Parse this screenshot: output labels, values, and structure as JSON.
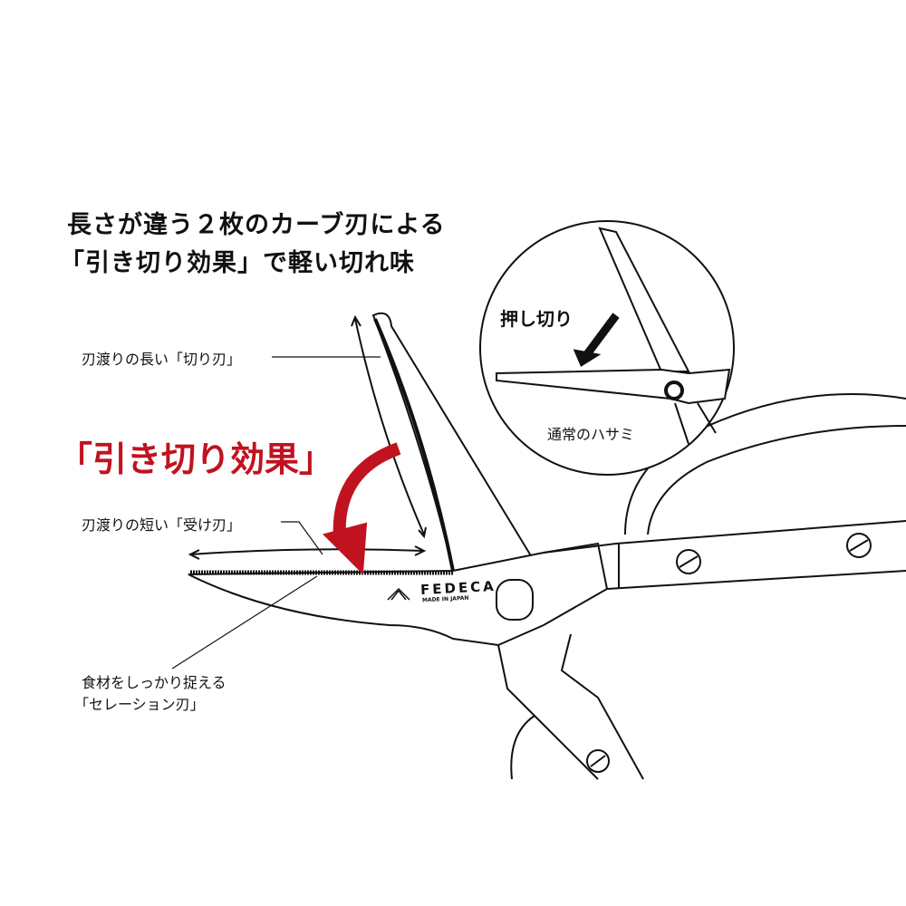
{
  "headline": {
    "line1": "長さが違う２枚のカーブ刃による",
    "line2": "「引き切り効果」で軽い切れ味"
  },
  "labels": {
    "long_blade": "刃渡りの長い「切り刃」",
    "effect": "「引き切り効果」",
    "short_blade": "刃渡りの短い「受け刃」",
    "serration_line1": "食材をしっかり捉える",
    "serration_line2": "「セレーション刃」"
  },
  "inset": {
    "push_cut": "押し切り",
    "normal_scissors": "通常のハサミ"
  },
  "brand": {
    "name": "FEDECA",
    "origin": "MADE IN JAPAN"
  },
  "colors": {
    "accent": "#c0121f"
  }
}
